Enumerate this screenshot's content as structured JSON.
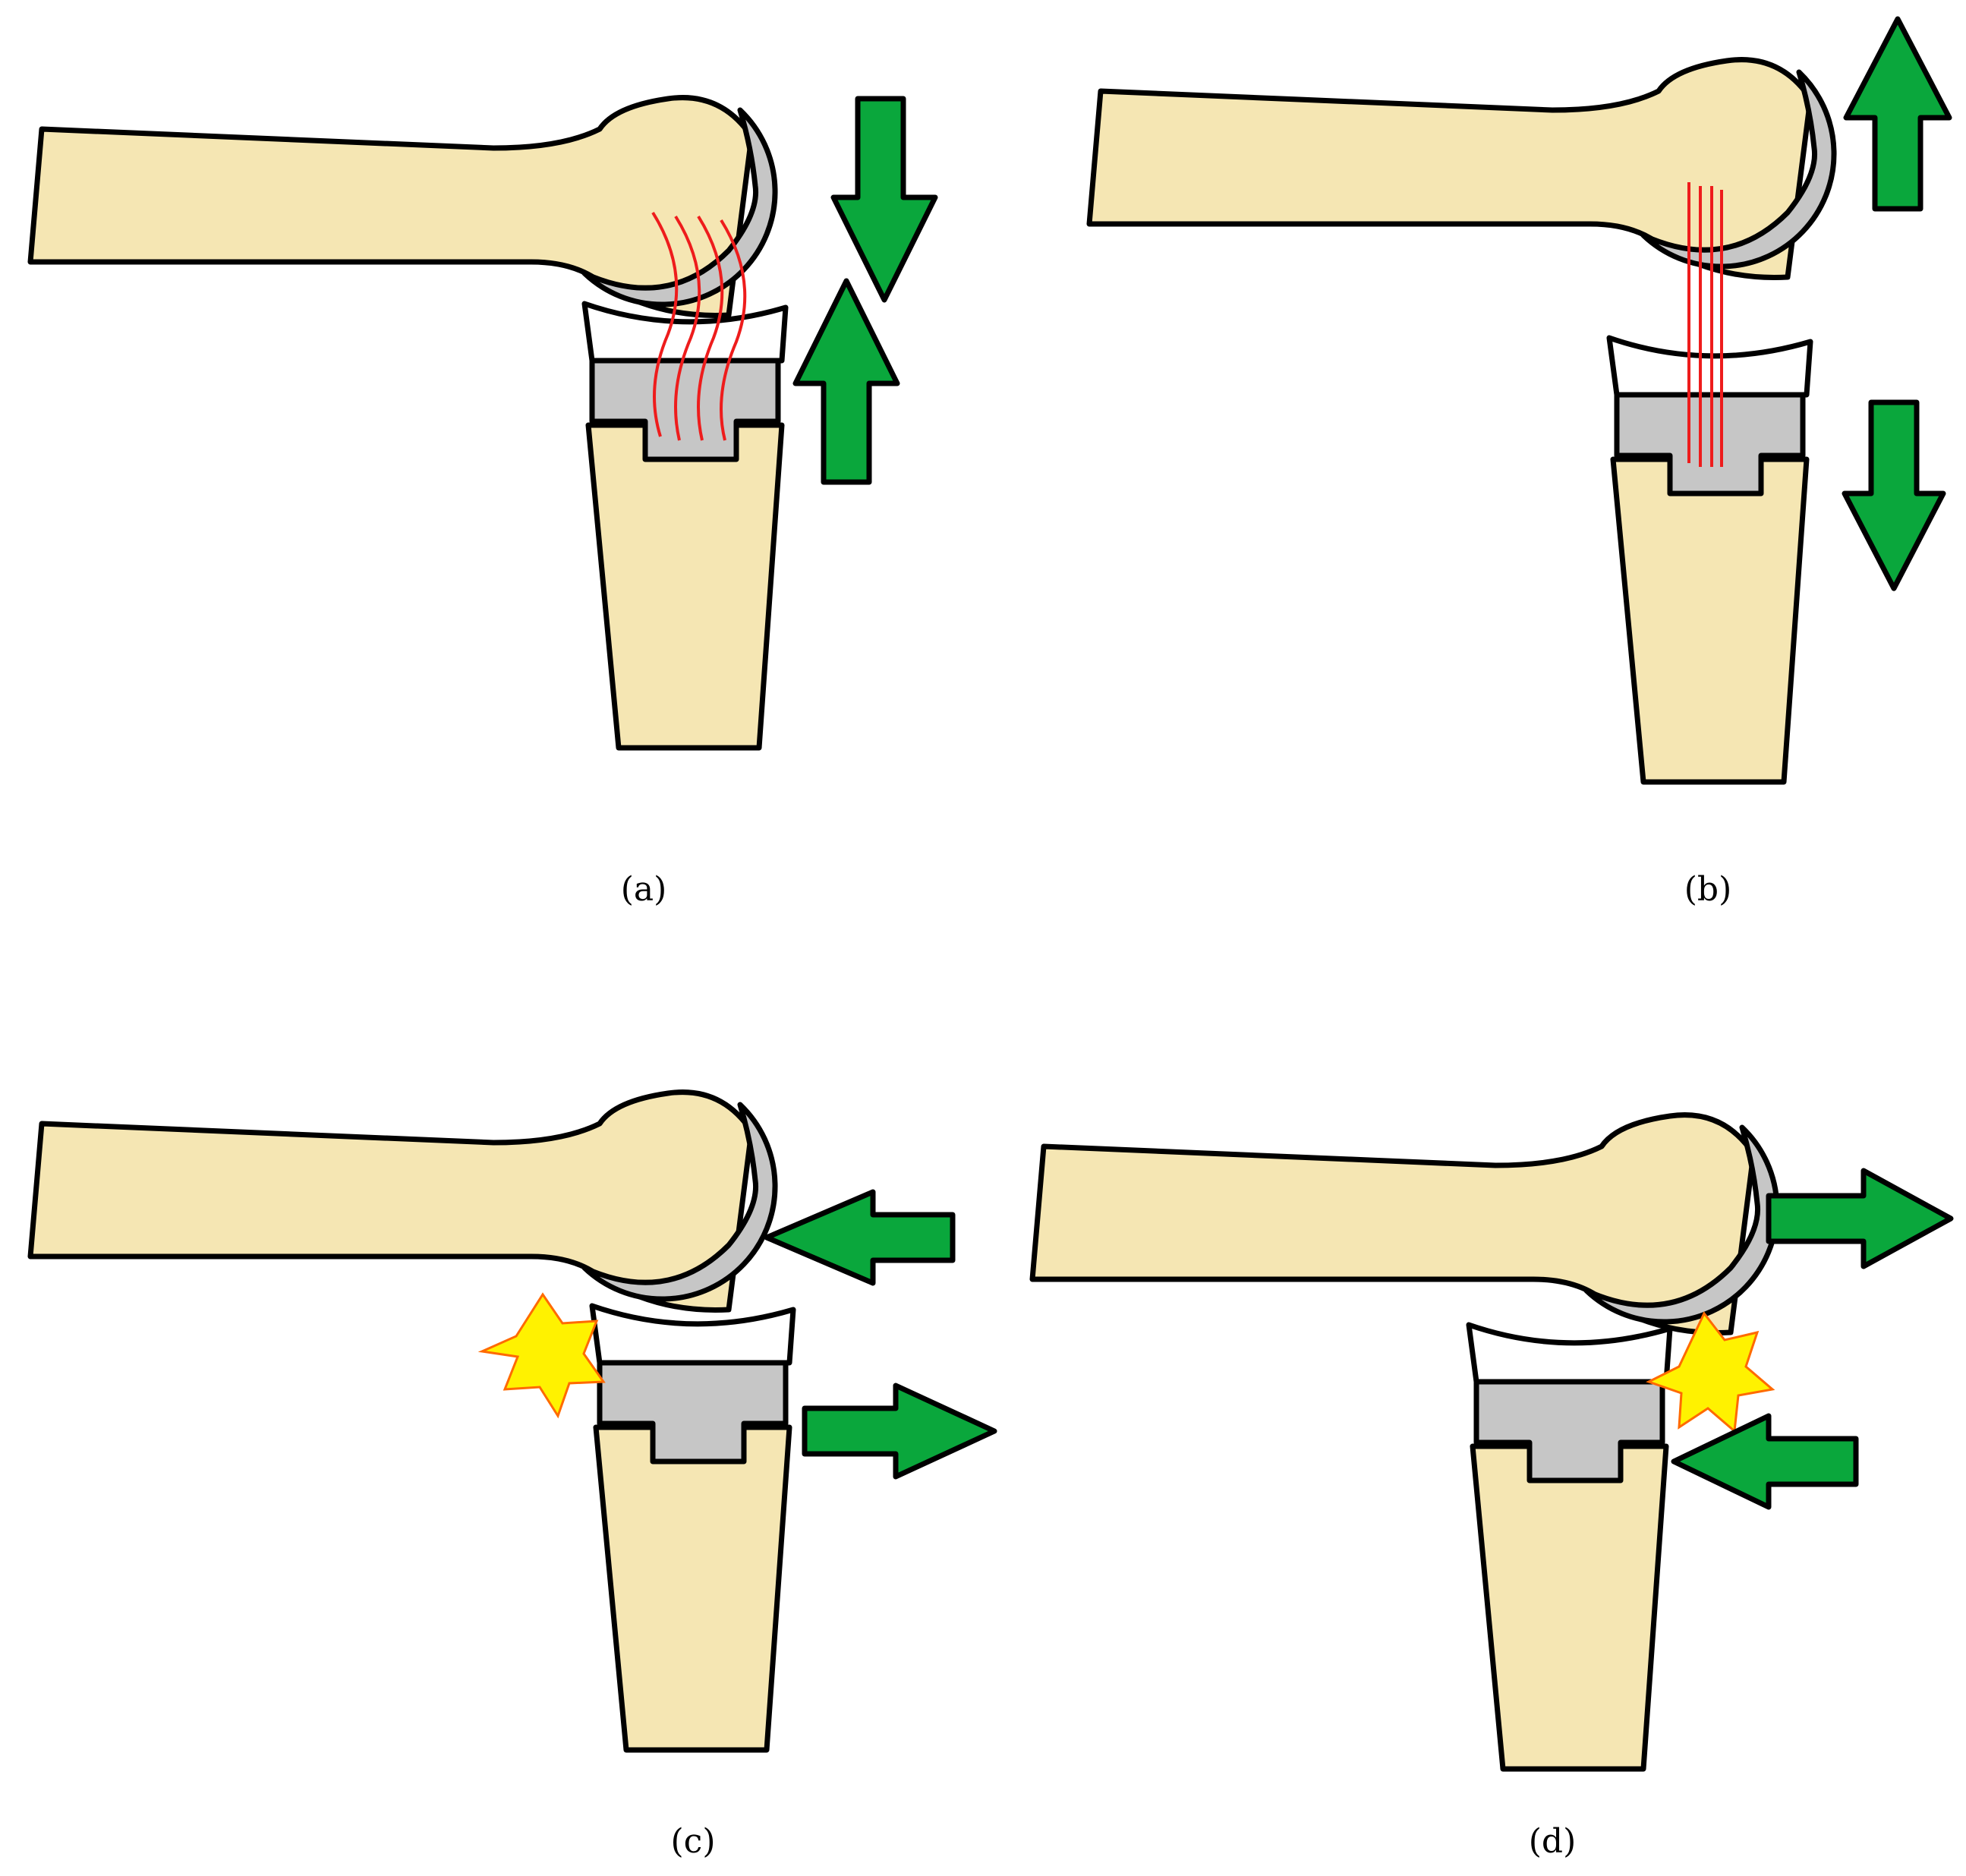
{
  "colors": {
    "bone": "#f5e6b3",
    "implant": "#c6c6c6",
    "liner": "#ffffff",
    "arrow": "#0aa73c",
    "ligament": "#ee1c1c",
    "impact": "#fff200",
    "impact_edge": "#ff6a00",
    "outline": "#000000"
  },
  "panels": [
    {
      "id": "a",
      "caption": "(a)",
      "arrows": [
        "down-arrow",
        "up-arrow"
      ],
      "ligament": "loose",
      "impact": false
    },
    {
      "id": "b",
      "caption": "(b)",
      "arrows": [
        "up-arrow",
        "down-arrow"
      ],
      "ligament": "taut",
      "impact": false
    },
    {
      "id": "c",
      "caption": "(c)",
      "arrows": [
        "left-arrow",
        "right-arrow"
      ],
      "ligament": "none",
      "impact": true
    },
    {
      "id": "d",
      "caption": "(d)",
      "arrows": [
        "right-arrow",
        "left-arrow"
      ],
      "ligament": "none",
      "impact": true
    }
  ]
}
